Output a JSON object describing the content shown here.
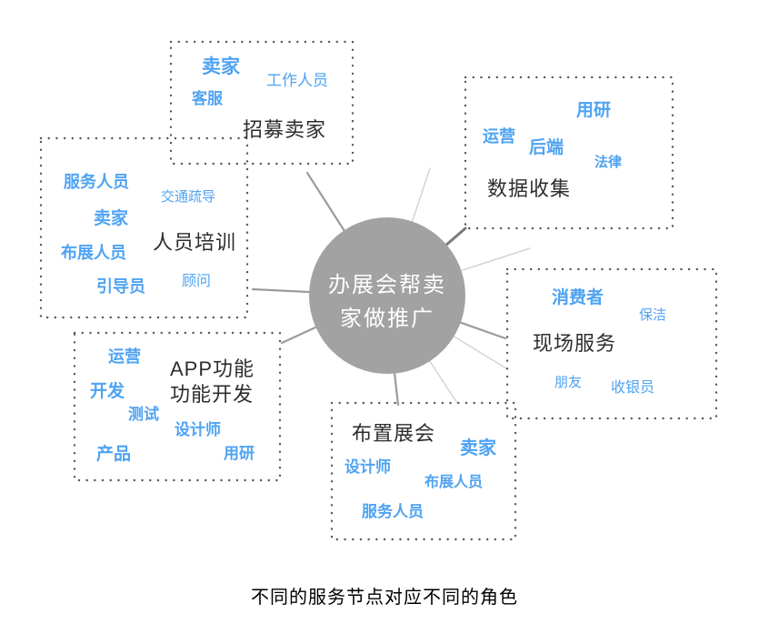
{
  "palette": {
    "role_blue": "#4FA3F2",
    "title_black": "#2d2d2d",
    "circle_gray": "#a2a2a2",
    "dotted_border": "#585858",
    "connector_medium": "#9b9b9b",
    "connector_dark": "#7b7b7b",
    "connector_light": "#d4d4d4",
    "background": "#ffffff"
  },
  "center": {
    "line1": "办展会帮卖",
    "line2": "家做推广"
  },
  "nodes": [
    {
      "id": "recruit",
      "title": "招募卖家",
      "roles": [
        "卖家",
        "工作人员",
        "客服"
      ]
    },
    {
      "id": "data",
      "title": "数据收集",
      "roles": [
        "用研",
        "运营",
        "后端",
        "法律"
      ]
    },
    {
      "id": "training",
      "title": "人员培训",
      "roles": [
        "服务人员",
        "交通疏导",
        "卖家",
        "布展人员",
        "引导员",
        "顾问"
      ]
    },
    {
      "id": "onsite",
      "title": "现场服务",
      "roles": [
        "消费者",
        "保洁",
        "朋友",
        "收银员"
      ]
    },
    {
      "id": "app",
      "title_line1": "APP功能",
      "title_line2": "功能开发",
      "roles": [
        "运营",
        "开发",
        "测试",
        "设计师",
        "产品",
        "用研"
      ]
    },
    {
      "id": "setup",
      "title": "布置展会",
      "roles": [
        "卖家",
        "设计师",
        "布展人员",
        "服务人员"
      ]
    }
  ],
  "caption": "不同的服务节点对应不同的角色"
}
